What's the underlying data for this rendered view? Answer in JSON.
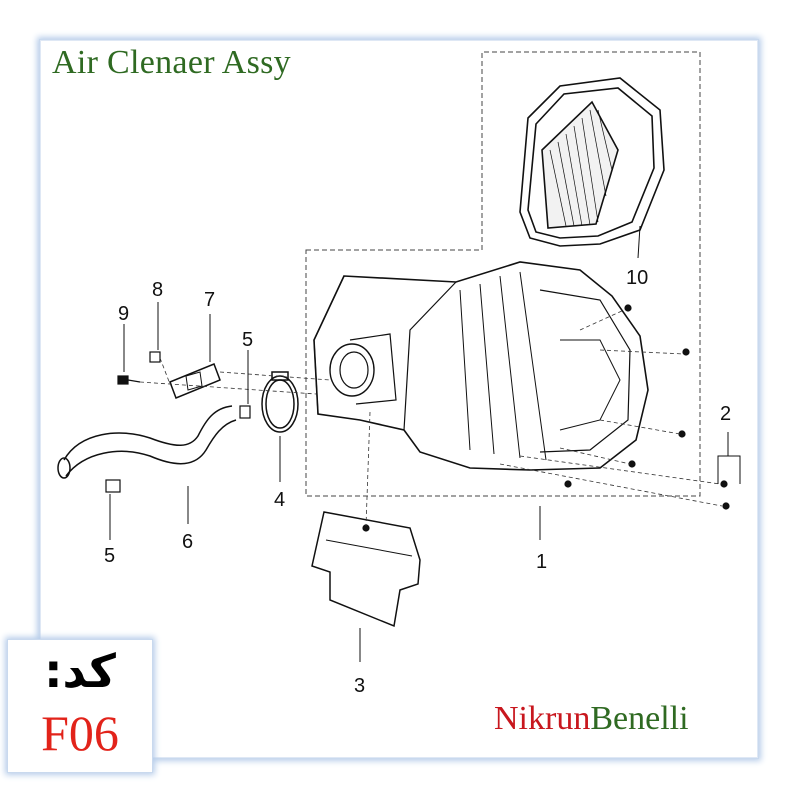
{
  "title": "Air Clenaer Assy",
  "code": {
    "label": "کد:",
    "value": "F06"
  },
  "brand": {
    "part1": "Nikrun",
    "part2": "Benelli"
  },
  "colors": {
    "title": "#2f6a22",
    "code_value": "#e2231a",
    "brand_part1": "#c8171e",
    "brand_part2": "#2f6a22",
    "frame_border": "#b7cdea"
  },
  "callouts": {
    "c1": "1",
    "c2": "2",
    "c3": "3",
    "c4": "4",
    "c5a": "5",
    "c5b": "5",
    "c6": "6",
    "c7": "7",
    "c8": "8",
    "c9": "9",
    "c10": "10"
  }
}
